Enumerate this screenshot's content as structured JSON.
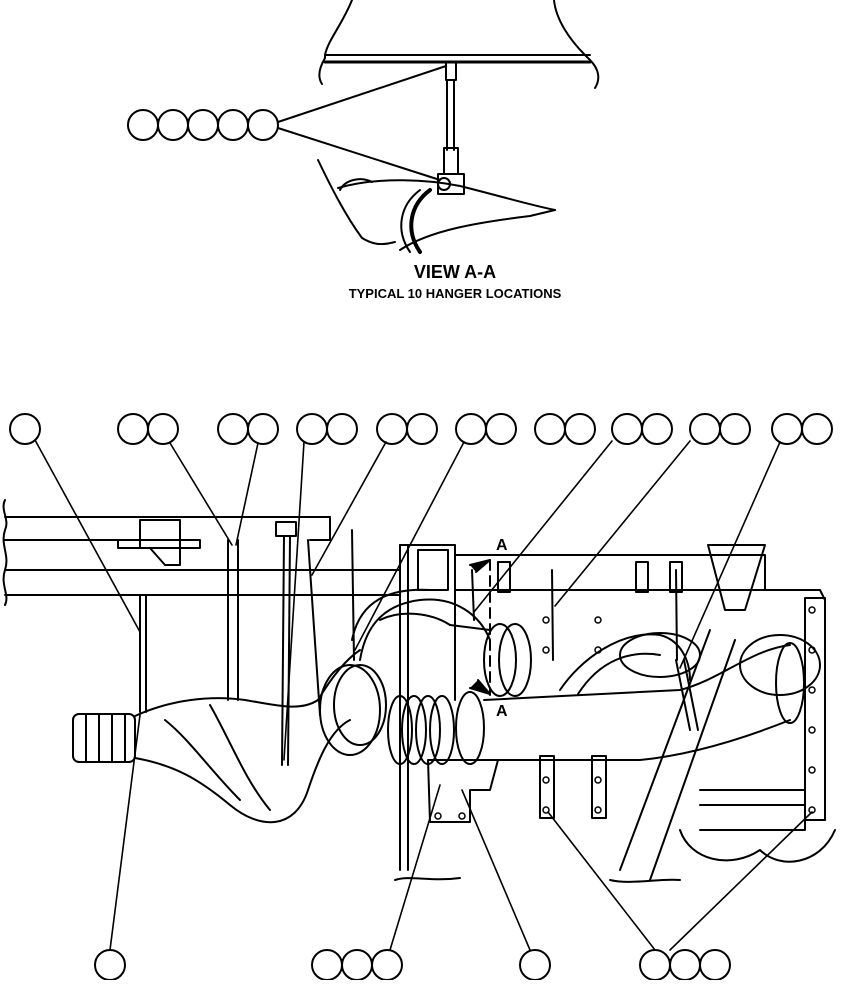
{
  "view": {
    "title": "VIEW A-A",
    "subtitle": "TYPICAL 10 HANGER LOCATIONS"
  },
  "section_marks": {
    "top": "A",
    "bottom": "A"
  },
  "colors": {
    "line": "#000000",
    "background": "#ffffff"
  }
}
